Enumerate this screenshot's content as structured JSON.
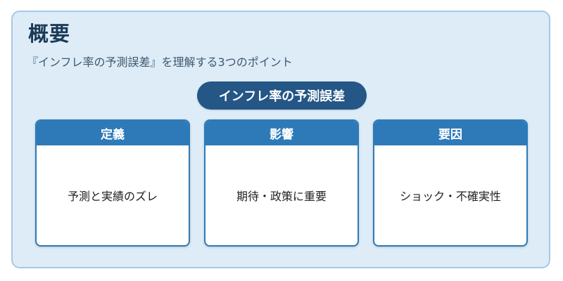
{
  "header": {
    "title": "概要",
    "subtitle": "『インフレ率の予測誤差』を理解する3つのポイント"
  },
  "center": {
    "label": "インフレ率の予測誤差"
  },
  "cards": [
    {
      "heading": "定義",
      "text": "予測と実績のズレ"
    },
    {
      "heading": "影響",
      "text": "期待・政策に重要"
    },
    {
      "heading": "要因",
      "text": "ショック・不確実性"
    }
  ],
  "colors": {
    "background": "#ddecf7",
    "accent": "#2e7ab8",
    "pill": "#245686",
    "title": "#1b3a57"
  }
}
